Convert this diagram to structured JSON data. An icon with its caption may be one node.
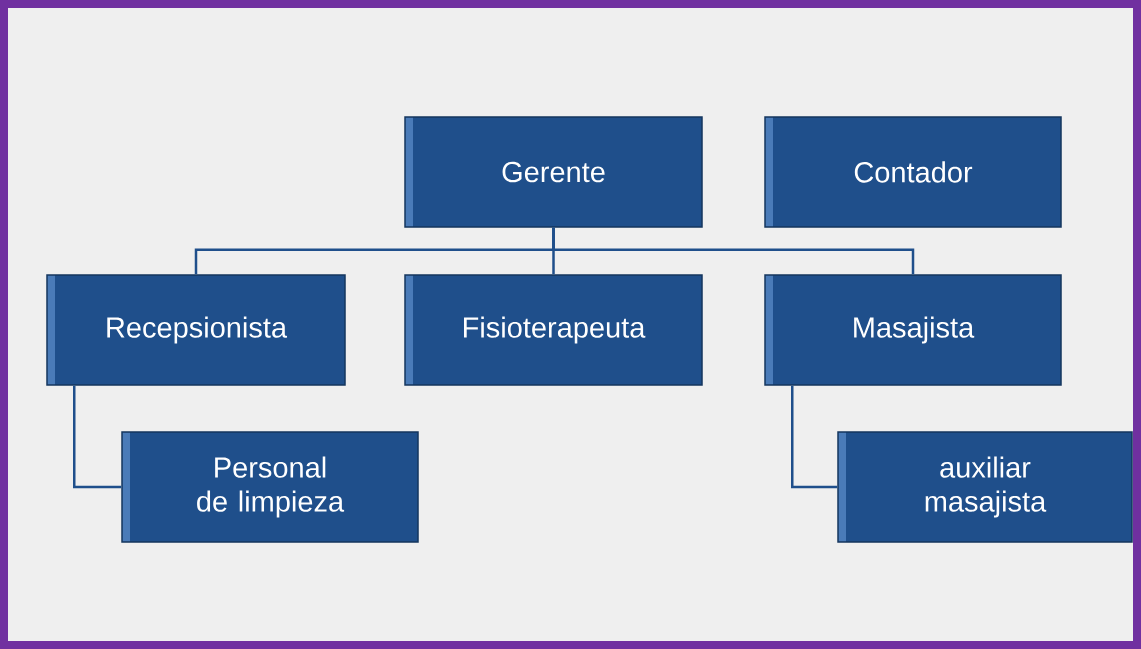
{
  "diagram": {
    "nodes": [
      {
        "text": [
          "Gerente"
        ]
      },
      {
        "text": [
          "Contador"
        ]
      },
      {
        "text": [
          "Recepsionista"
        ]
      },
      {
        "text": [
          "Fisioterapeuta"
        ]
      },
      {
        "text": [
          "Masajista"
        ]
      },
      {
        "text": [
          "Personal de limpieza"
        ]
      },
      {
        "text": [
          "auxiliar masajista"
        ]
      }
    ],
    "edges": [
      {
        "from": 0,
        "to": 2,
        "arrow": "none"
      },
      {
        "from": 0,
        "to": 3,
        "arrow": "none"
      },
      {
        "from": 0,
        "to": 4,
        "arrow": "none"
      },
      {
        "from": 2,
        "to": 5,
        "arrow": "none"
      },
      {
        "from": 4,
        "to": 6,
        "arrow": "none"
      }
    ]
  }
}
